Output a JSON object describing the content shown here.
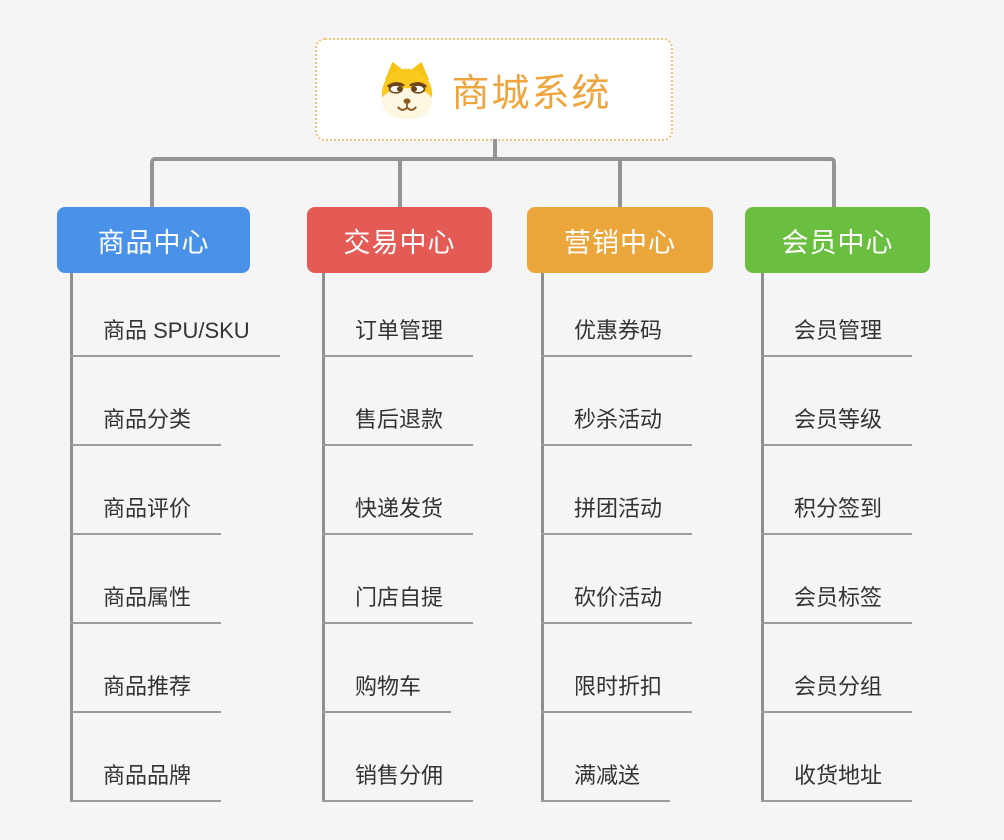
{
  "root": {
    "title": "商城系统",
    "icon": "shiba-dog-icon"
  },
  "colors": {
    "background": "#f5f5f6",
    "connector": "#949494",
    "underline": "#9c9c9c",
    "root_title": "#f0a43c",
    "root_border": "#f2c077",
    "item_text": "#333333"
  },
  "branches": [
    {
      "label": "商品中心",
      "color": "#4a92e9",
      "children": [
        "商品 SPU/SKU",
        "商品分类",
        "商品评价",
        "商品属性",
        "商品推荐",
        "商品品牌"
      ]
    },
    {
      "label": "交易中心",
      "color": "#e45a54",
      "children": [
        "订单管理",
        "售后退款",
        "快递发货",
        "门店自提",
        "购物车",
        "销售分佣"
      ]
    },
    {
      "label": "营销中心",
      "color": "#eba63b",
      "children": [
        "优惠券码",
        "秒杀活动",
        "拼团活动",
        "砍价活动",
        "限时折扣",
        "满减送"
      ]
    },
    {
      "label": "会员中心",
      "color": "#6abf40",
      "children": [
        "会员管理",
        "会员等级",
        "积分签到",
        "会员标签",
        "会员分组",
        "收货地址"
      ]
    }
  ]
}
